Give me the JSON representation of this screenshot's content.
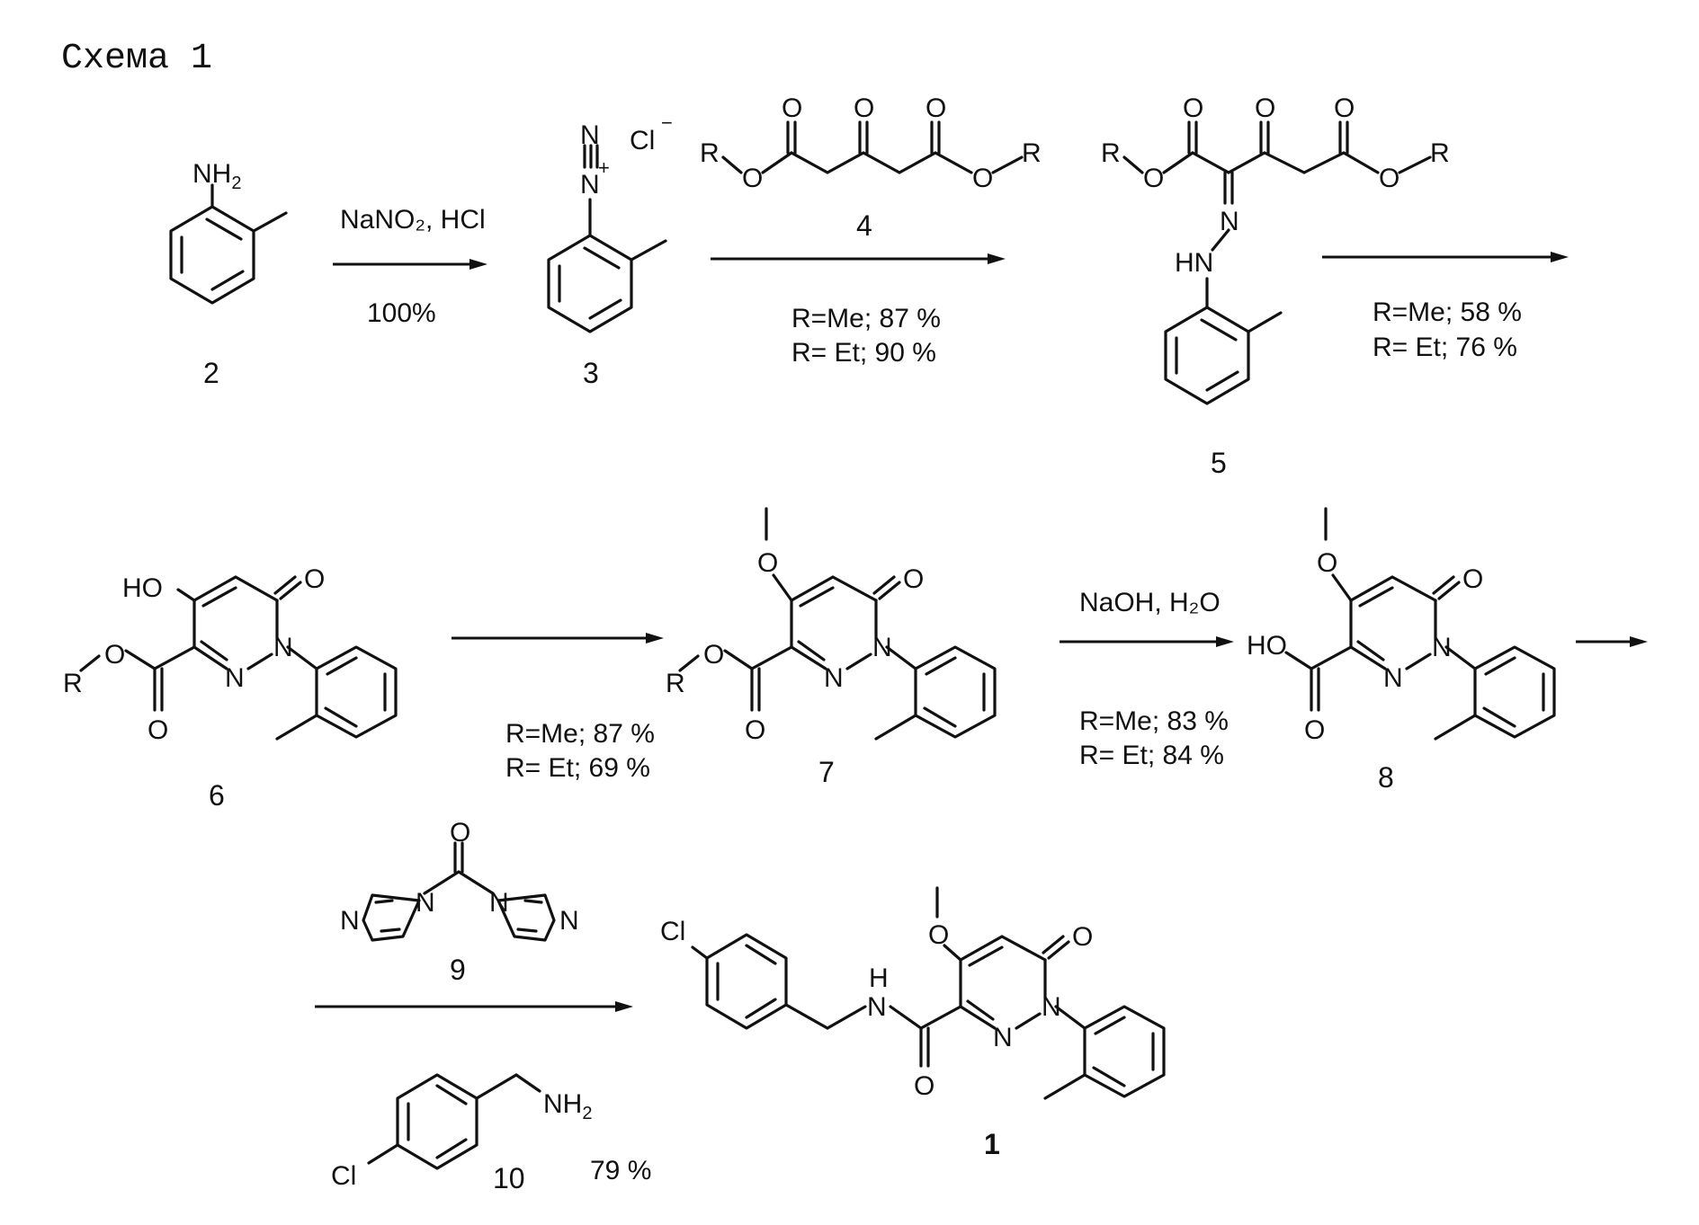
{
  "scheme_title": "Схема 1",
  "compounds": {
    "c1": "1",
    "c2": "2",
    "c3": "3",
    "c4": "4",
    "c5": "5",
    "c6": "6",
    "c7": "7",
    "c8": "8",
    "c9": "9",
    "c10": "10"
  },
  "atoms": {
    "nh2": "NH",
    "sub2": "2",
    "n": "N",
    "nplus": "+",
    "cl_minus": "Cl",
    "minus": "−",
    "o": "O",
    "r": "R",
    "hn": "HN",
    "ho": "HO",
    "cl": "Cl",
    "h": "H"
  },
  "steps": {
    "s1_reagents": "NaNO₂, HCl",
    "s1_yield": "100%",
    "s2_yield_me": "R=Me; 87 %",
    "s2_yield_et": "R= Et; 90 %",
    "s3_yield_me": "R=Me; 58 %",
    "s3_yield_et": "R= Et; 76 %",
    "s4_yield_me": "R=Me; 87 %",
    "s4_yield_et": "R= Et; 69 %",
    "s5_reagents": "NaOH, H₂O",
    "s5_yield_me": "R=Me; 83 %",
    "s5_yield_et": "R= Et; 84 %",
    "s6_yield": "79 %"
  }
}
